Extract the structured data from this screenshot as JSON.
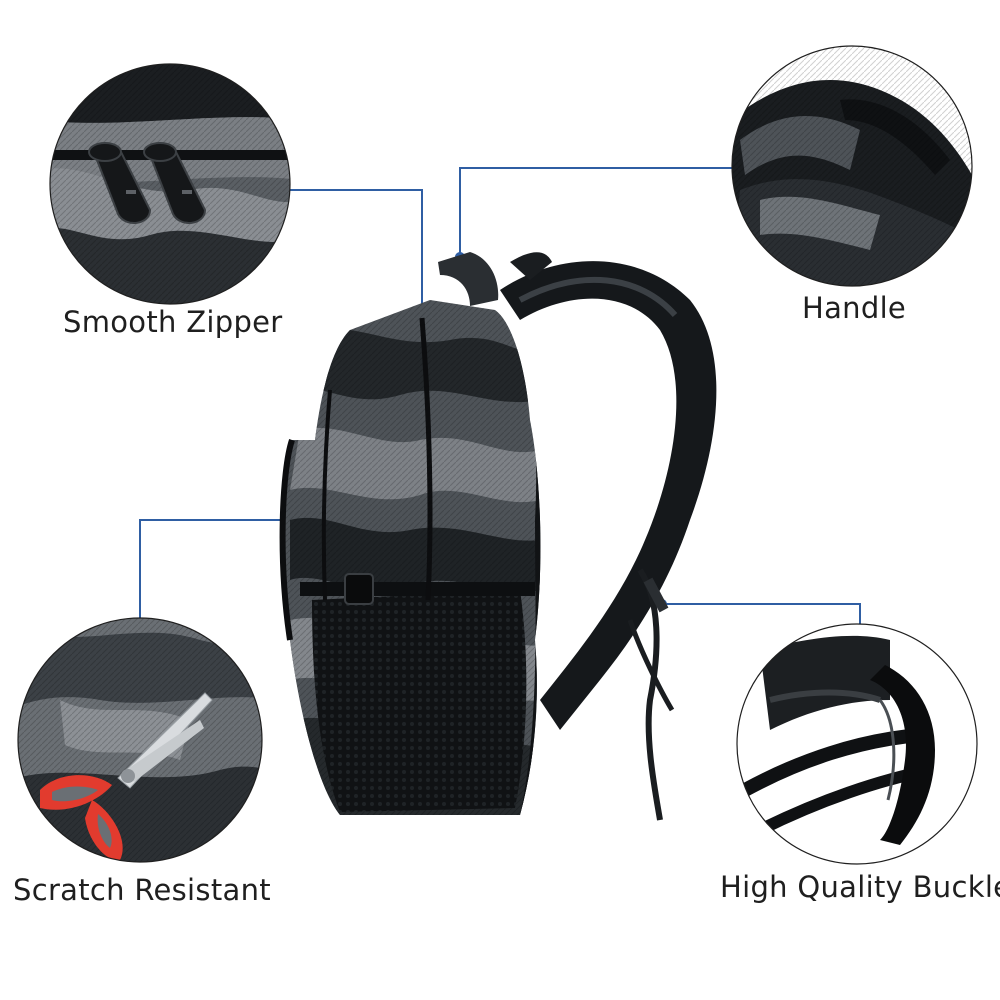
{
  "features": {
    "zipper": {
      "label": "Smooth Zipper",
      "icon": "zipper-closeup"
    },
    "handle": {
      "label": "Handle",
      "icon": "handle-closeup"
    },
    "scratch": {
      "label": "Scratch Resistant",
      "icon": "scissors-on-fabric-closeup"
    },
    "buckle": {
      "label": "High Quality Buckle",
      "icon": "buckle-closeup"
    }
  },
  "colors": {
    "callout_line": "#2f5ea3",
    "camo_dark": "#1c1f22",
    "camo_mid": "#4a4f54",
    "camo_light": "#7c8085",
    "scissors_handle": "#e23b2e"
  }
}
